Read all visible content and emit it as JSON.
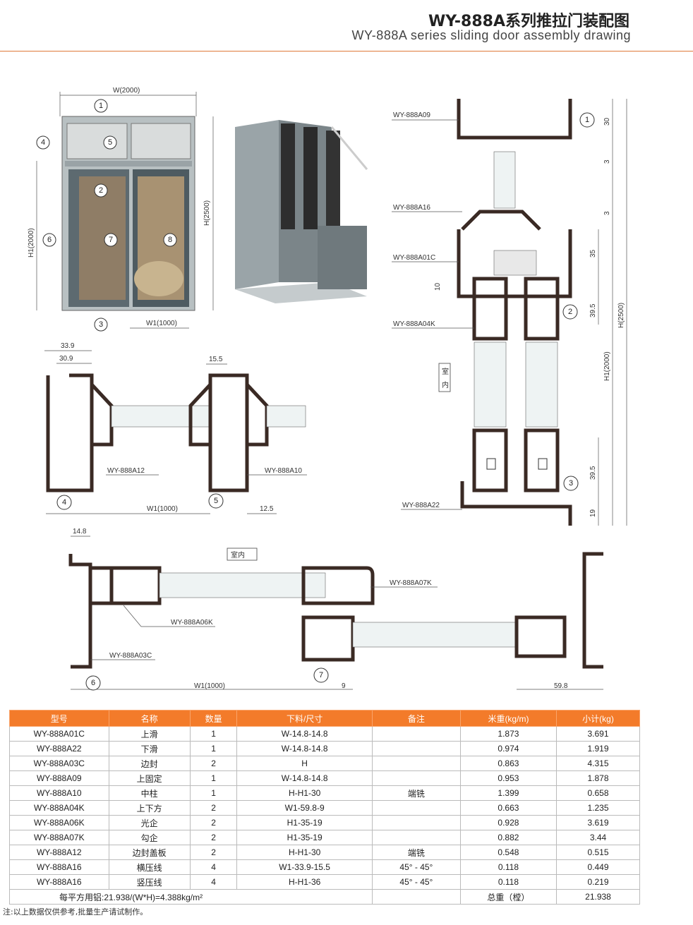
{
  "title_cn": "WY-888A系列推拉门装配图",
  "title_en": "WY-888A series sliding door assembly drawing",
  "elevation": {
    "w": "W(2000)",
    "h": "H(2500)",
    "h1": "H1(2000)",
    "w1": "W1(1000)",
    "callouts": [
      "1",
      "2",
      "3",
      "4",
      "5",
      "6",
      "7",
      "8"
    ]
  },
  "section_right": {
    "labels": [
      "WY-888A09",
      "WY-888A16",
      "WY-888A01C",
      "WY-888A04K",
      "WY-888A22"
    ],
    "dims": [
      "30",
      "3",
      "3",
      "35",
      "10",
      "39.5",
      "39.5",
      "19"
    ],
    "h": "H(2500)",
    "h1": "H1(2000)",
    "indoor": [
      "室",
      "内"
    ],
    "callouts": [
      "1",
      "2",
      "3"
    ]
  },
  "section_mid": {
    "dims": [
      "33.9",
      "30.9",
      "15.5",
      "12.5"
    ],
    "labels": [
      "WY-888A12",
      "WY-888A10"
    ],
    "w1": "W1(1000)",
    "callouts": [
      "4",
      "5"
    ]
  },
  "section_bottom": {
    "dims": [
      "14.8",
      "9",
      "59.8"
    ],
    "labels": [
      "WY-888A07K",
      "WY-888A06K",
      "WY-888A03C"
    ],
    "indoor": "室内",
    "w1": "W1(1000)",
    "callouts": [
      "6",
      "7"
    ]
  },
  "table": {
    "headers": [
      "型号",
      "名称",
      "数量",
      "下料/尺寸",
      "备注",
      "米重(kg/m)",
      "小计(kg)"
    ],
    "rows": [
      [
        "WY-888A01C",
        "上滑",
        "1",
        "W-14.8-14.8",
        "",
        "1.873",
        "3.691"
      ],
      [
        "WY-888A22",
        "下滑",
        "1",
        "W-14.8-14.8",
        "",
        "0.974",
        "1.919"
      ],
      [
        "WY-888A03C",
        "边封",
        "2",
        "H",
        "",
        "0.863",
        "4.315"
      ],
      [
        "WY-888A09",
        "上固定",
        "1",
        "W-14.8-14.8",
        "",
        "0.953",
        "1.878"
      ],
      [
        "WY-888A10",
        "中柱",
        "1",
        "H-H1-30",
        "端铣",
        "1.399",
        "0.658"
      ],
      [
        "WY-888A04K",
        "上下方",
        "2",
        "W1-59.8-9",
        "",
        "0.663",
        "1.235"
      ],
      [
        "WY-888A06K",
        "光企",
        "2",
        "H1-35-19",
        "",
        "0.928",
        "3.619"
      ],
      [
        "WY-888A07K",
        "勾企",
        "2",
        "H1-35-19",
        "",
        "0.882",
        "3.44"
      ],
      [
        "WY-888A12",
        "边封盖板",
        "2",
        "H-H1-30",
        "端铣",
        "0.548",
        "0.515"
      ],
      [
        "WY-888A16",
        "横压线",
        "4",
        "W1-33.9-15.5",
        "45° - 45°",
        "0.118",
        "0.449"
      ],
      [
        "WY-888A16",
        "竖压线",
        "4",
        "H-H1-36",
        "45° - 45°",
        "0.118",
        "0.219"
      ]
    ],
    "footer_left": "每平方用铝:21.938/(W*H)=4.388kg/m²",
    "footer_total_label": "总重（樘）",
    "footer_total": "21.938"
  },
  "note": "注:以上数据仅供参考,批量生产请试制作。"
}
